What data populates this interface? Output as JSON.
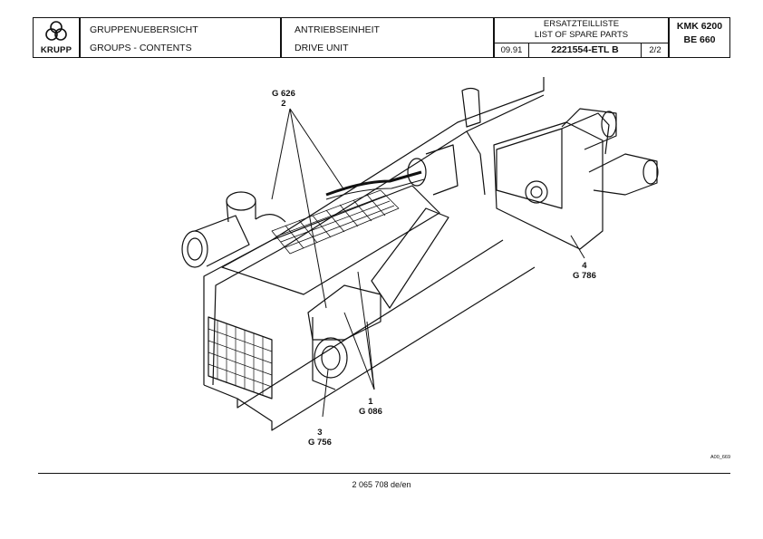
{
  "title_block": {
    "logo": {
      "brand": "KRUPP"
    },
    "group": {
      "line_de": "GRUPPENUEBERSICHT",
      "line_en": "GROUPS - CONTENTS"
    },
    "unit": {
      "line_de": "ANTRIEBSEINHEIT",
      "line_en": "DRIVE UNIT"
    },
    "list": {
      "line_de": "ERSATZTEILLISTE",
      "line_en": "LIST OF SPARE PARTS",
      "date": "09.91",
      "doc_number": "2221554-ETL B",
      "page": "2/2"
    },
    "model": {
      "line1": "KMK 6200",
      "line2": "BE 660"
    }
  },
  "drawing": {
    "callouts": [
      {
        "item": "2",
        "group": "G 626"
      },
      {
        "item": "4",
        "group": "G 786"
      },
      {
        "item": "1",
        "group": "G 086"
      },
      {
        "item": "3",
        "group": "G 756"
      }
    ],
    "reference_code": "A00_669"
  },
  "footer": {
    "doc_code": "2 065 708 de/en"
  }
}
